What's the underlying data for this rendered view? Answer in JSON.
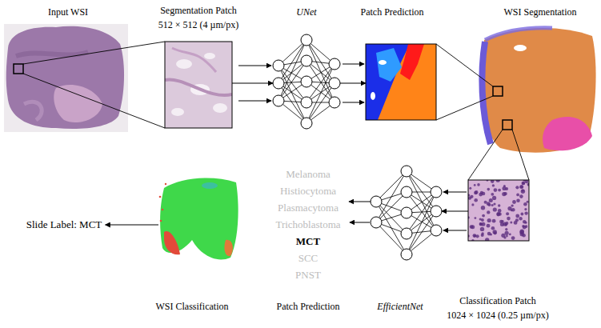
{
  "diagram": {
    "nodes": [
      {
        "text": [
          "Input WSI"
        ]
      },
      {
        "text": [
          "Segmentation Patch",
          "512 × 512 (4 µm/px)"
        ]
      },
      {
        "text": [
          "UNet"
        ]
      },
      {
        "text": [
          "Patch Prediction"
        ]
      },
      {
        "text": [
          "WSI Segmentation"
        ]
      },
      {
        "text": [
          "Classification Patch",
          "1024 × 1024 (0.25 µm/px)"
        ]
      },
      {
        "text": [
          "EfficientNet"
        ]
      },
      {
        "text": [
          "Melanoma",
          "Histiocytoma",
          "Plasmacytoma",
          "Trichoblastoma",
          "MCT",
          "SCC",
          "PNST",
          "Patch Prediction"
        ]
      },
      {
        "text": [
          "WSI Classification"
        ]
      },
      {
        "text": [
          "Slide Label: MCT"
        ]
      }
    ],
    "edges": [
      {
        "from": 0,
        "to": 1,
        "arrow": "none"
      },
      {
        "from": 1,
        "to": 2,
        "arrow": "to"
      },
      {
        "from": 2,
        "to": 3,
        "arrow": "to"
      },
      {
        "from": 3,
        "to": 4,
        "arrow": "none"
      },
      {
        "from": 4,
        "to": 5,
        "arrow": "none"
      },
      {
        "from": 5,
        "to": 6,
        "arrow": "to"
      },
      {
        "from": 6,
        "to": 7,
        "arrow": "to"
      },
      {
        "from": 8,
        "to": 9,
        "arrow": "to"
      }
    ]
  }
}
